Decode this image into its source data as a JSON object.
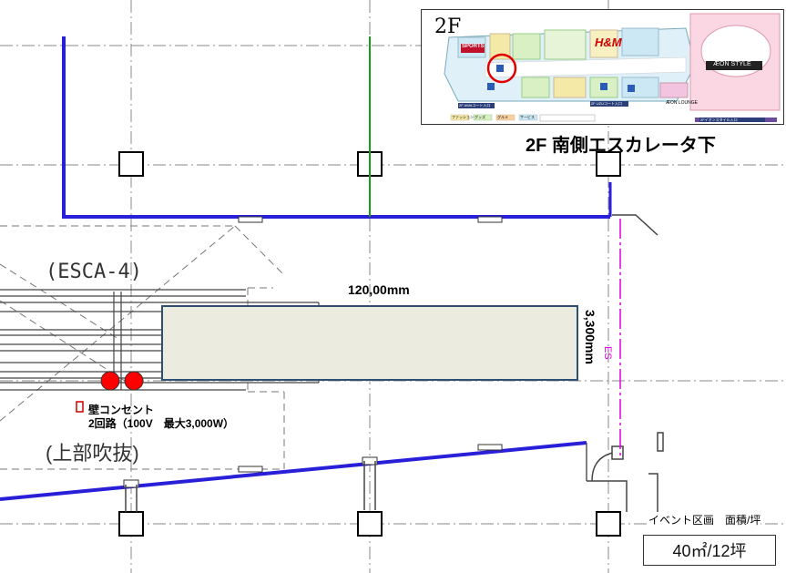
{
  "floor_label": "2F",
  "location_title": "2F 南側エスカレータ下",
  "escalator_label": "(ESCA-4)",
  "atrium_label": "(上部吹抜)",
  "width_dimension": "120,00mm",
  "depth_dimension": "3,300mm",
  "outlet_title": "壁コンセント",
  "outlet_detail": "2回路（100V　最大3,000W）",
  "event_area_label": "イベント区画　面積/坪",
  "event_area_value": "40㎡/12坪",
  "minimap": {
    "brand_hm": "H&M",
    "brand_aeon_style": "ÆON STYLE",
    "brand_sports": "SPORTS",
    "aeon_lounge": "ÆON LOUNGE",
    "court_awa": "2F AWAコート入口",
    "court_uzu": "2F UZUコート入口",
    "aeon_entrance": "2Fイオンスタイル入口",
    "legend_items": [
      "ファッション",
      "グッズ",
      "グルメ",
      "サービス"
    ]
  },
  "colors": {
    "wall_blue": "#2a1fd8",
    "event_box_fill": "#ecebe0",
    "event_box_border": "#2f4f72",
    "outlet_red": "#ff0000",
    "green_line": "#1a9a1a",
    "magenta_line": "#e000e0",
    "highlight_circle": "#e00000"
  }
}
